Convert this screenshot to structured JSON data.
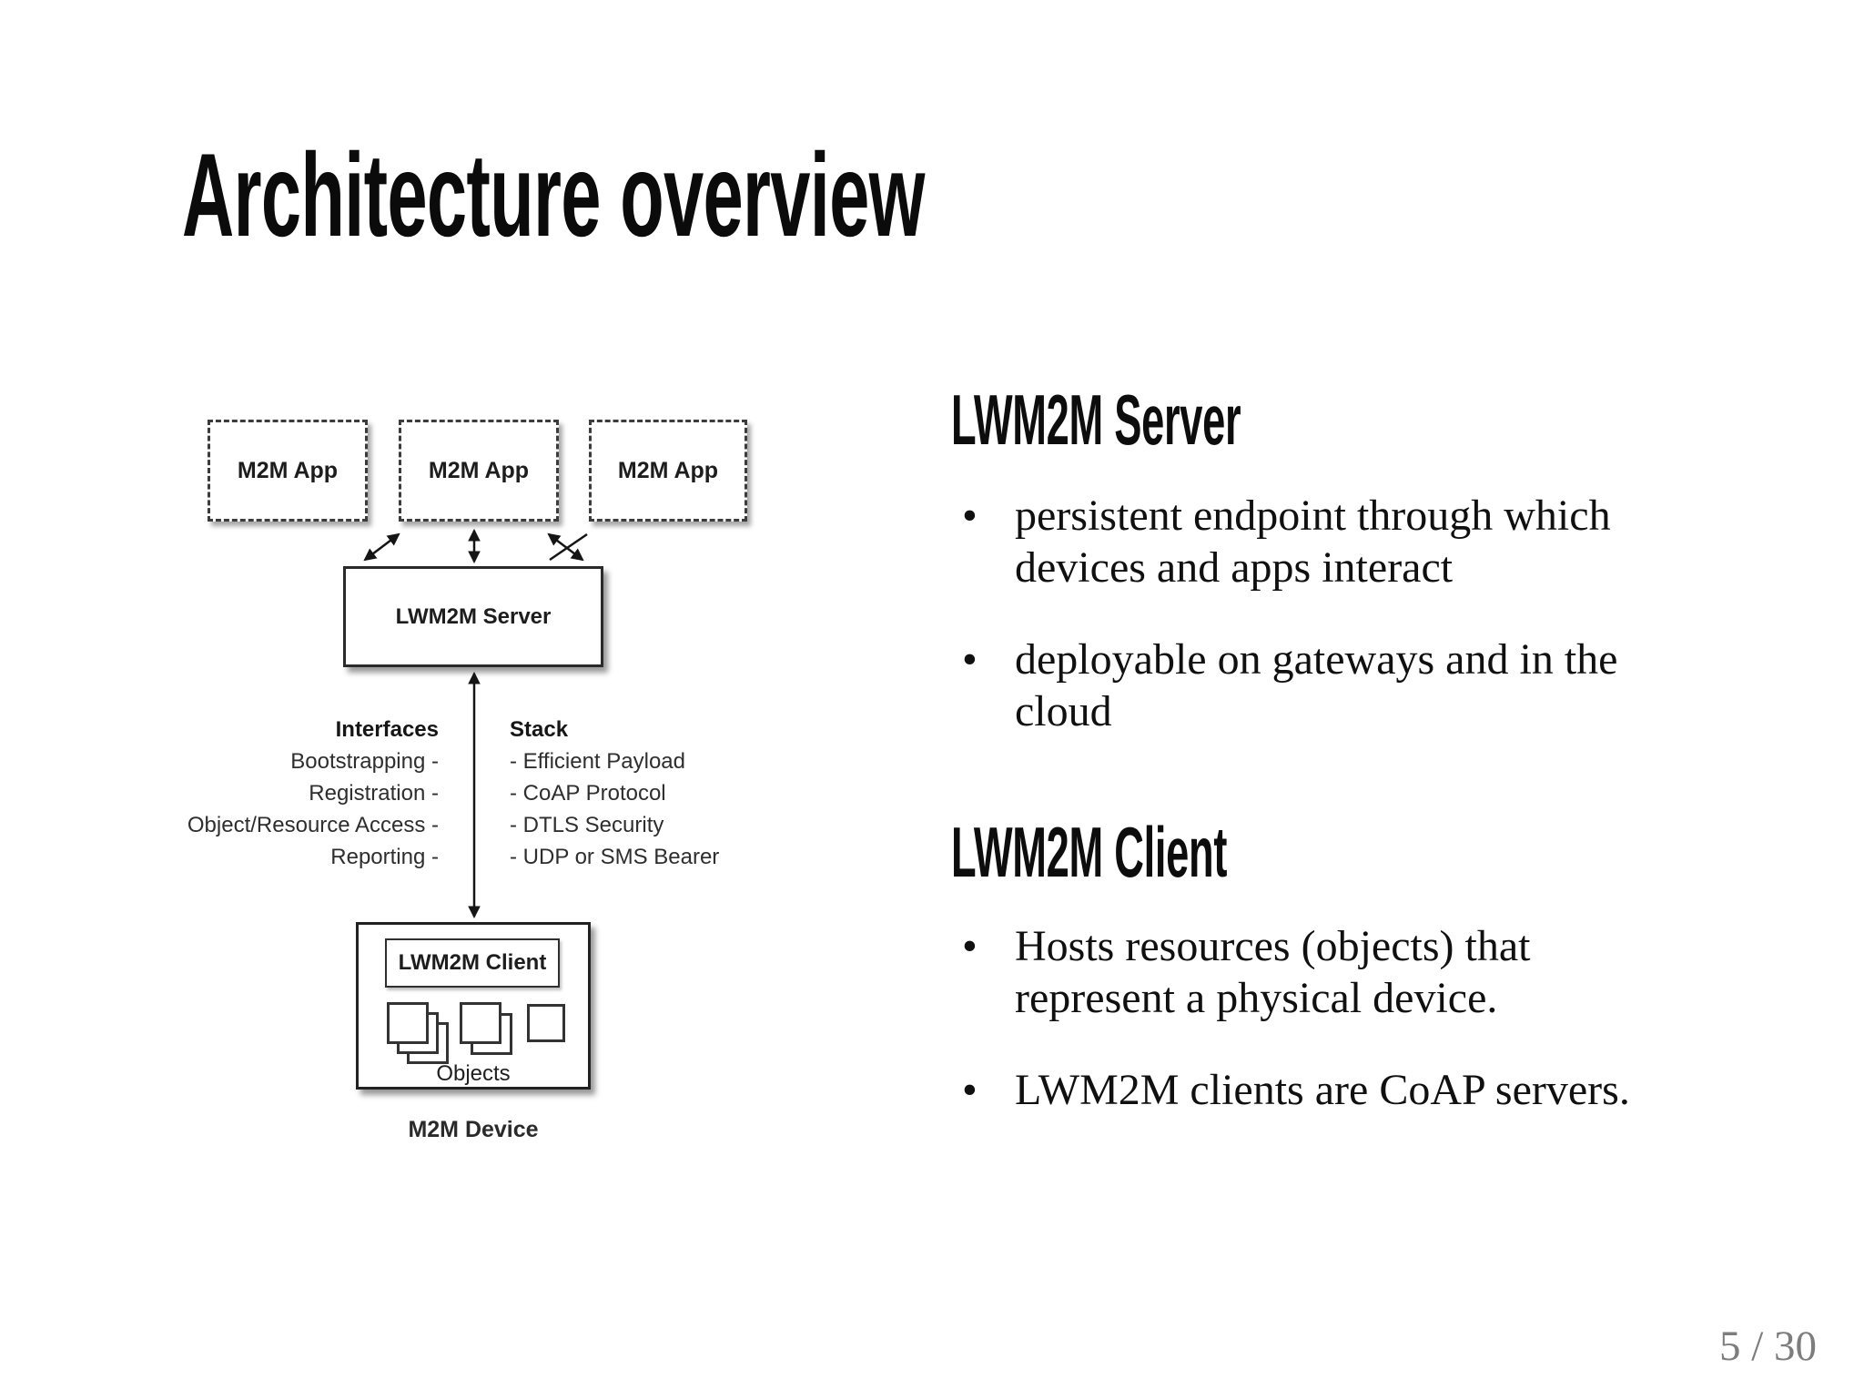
{
  "slide": {
    "title": "Architecture overview",
    "page_number": "5 / 30"
  },
  "diagram": {
    "app_boxes": [
      "M2M App",
      "M2M App",
      "M2M App"
    ],
    "server_box_label": "LWM2M Server",
    "interfaces": {
      "header": "Interfaces",
      "items": [
        "Bootstrapping -",
        "Registration -",
        "Object/Resource Access -",
        "Reporting -"
      ]
    },
    "stack": {
      "header": "Stack",
      "items": [
        "- Efficient Payload",
        "- CoAP Protocol",
        "- DTLS Security",
        "- UDP or SMS Bearer"
      ]
    },
    "client_box_label": "LWM2M Client",
    "objects_label": "Objects",
    "device_label": "M2M Device"
  },
  "sections": [
    {
      "heading": "LWM2M Server",
      "bullets": [
        [
          "persistent endpoint through which",
          "devices and apps interact"
        ],
        [
          "deployable on gateways and in the",
          "cloud"
        ]
      ]
    },
    {
      "heading": "LWM2M Client",
      "bullets": [
        [
          "Hosts resources (objects) that",
          "represent a physical device."
        ],
        [
          "LWM2M clients are CoAP servers."
        ]
      ]
    }
  ]
}
